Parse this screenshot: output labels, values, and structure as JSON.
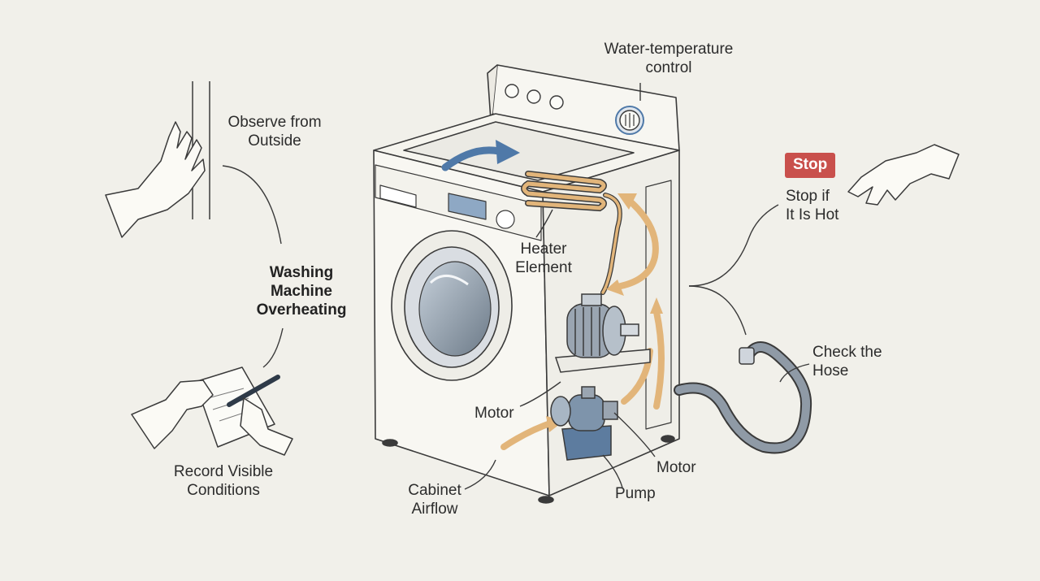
{
  "title": {
    "line1": "Washing",
    "line2": "Machine",
    "line3": "Overheating"
  },
  "labels": {
    "observe": {
      "line1": "Observe from",
      "line2": "Outside"
    },
    "record": {
      "line1": "Record Visible",
      "line2": "Conditions"
    },
    "water_temp": {
      "line1": "Water-temperature",
      "line2": "control"
    },
    "heater": {
      "line1": "Heater",
      "line2": "Element"
    },
    "motor_upper": "Motor",
    "motor_lower": "Motor",
    "pump": "Pump",
    "airflow": {
      "line1": "Cabinet",
      "line2": "Airflow"
    },
    "stop_badge": "Stop",
    "stop_if_hot": {
      "line1": "Stop if",
      "line2": "It Is Hot"
    },
    "hose": {
      "line1": "Check the",
      "line2": "Hose"
    }
  },
  "colors": {
    "background": "#f1f0ea",
    "ink": "#3a3a3a",
    "heat_arrow": "#e2b57a",
    "flow_arrow": "#4f79a8",
    "stop_badge": "#c9504c",
    "hose": "#6b7683",
    "metal": "#8f9aa6"
  }
}
